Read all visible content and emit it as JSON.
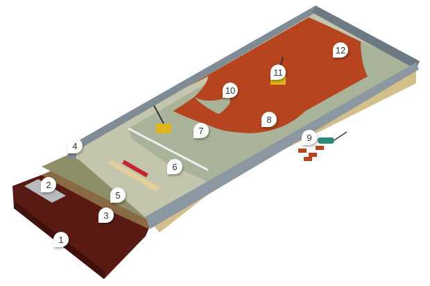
{
  "title": "Paving layers illustration",
  "colors": {
    "soil": "#5a1a14",
    "subsoil": "#8a6a45",
    "gravel": "#9a9a72",
    "sand": "#c9b88a",
    "bed": "#a9b39a",
    "brick": "#b5441f",
    "curb": "#7f8c96",
    "marker": "#ffffff"
  },
  "markers": [
    {
      "label": "1"
    },
    {
      "label": "2"
    },
    {
      "label": "3"
    },
    {
      "label": "4"
    },
    {
      "label": "5"
    },
    {
      "label": "6"
    },
    {
      "label": "7"
    },
    {
      "label": "8"
    },
    {
      "label": "9"
    },
    {
      "label": "10"
    },
    {
      "label": "11"
    },
    {
      "label": "12"
    }
  ]
}
